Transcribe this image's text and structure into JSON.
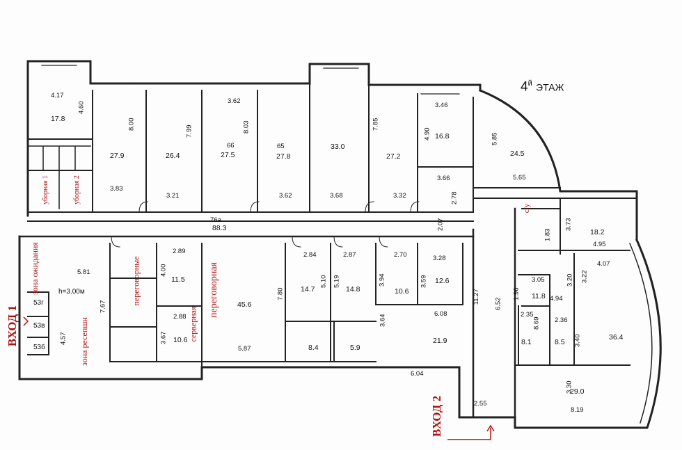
{
  "floor_title": {
    "number": "4",
    "suffix": "й",
    "word": "ЭТАЖ"
  },
  "entries": {
    "entry1": "ВХОД 1",
    "entry2": "ВХОД 2"
  },
  "red_labels": {
    "restrooms_1": "уборная 1",
    "restrooms_2": "уборная 2",
    "waiting_zone": "зона ожидания",
    "reception_zone": "зона ресепшн",
    "meeting_rooms_plural": "переговорные",
    "server_room": "серверная",
    "meeting_room": "переговорная",
    "wc": "с/у"
  },
  "small_labels": {
    "r53g": "53г",
    "r53v": "53в",
    "r53b": "53б"
  },
  "rooms": [
    {
      "id": "a1",
      "area": "17.8"
    },
    {
      "id": "a2",
      "area": "27.9"
    },
    {
      "id": "a3",
      "area": "26.4"
    },
    {
      "id": "a4",
      "area": "27.5"
    },
    {
      "id": "a5",
      "area": "27.8"
    },
    {
      "id": "a6",
      "area": "33.0"
    },
    {
      "id": "a7",
      "area": "27.2"
    },
    {
      "id": "a8",
      "area": "16.8"
    },
    {
      "id": "a9",
      "area": "24.5"
    },
    {
      "id": "a10",
      "area": "88.3"
    },
    {
      "id": "a11",
      "area": "18.2"
    },
    {
      "id": "a12",
      "area": "11.5"
    },
    {
      "id": "a13",
      "area": "10.6"
    },
    {
      "id": "a14",
      "area": "45.6"
    },
    {
      "id": "a15",
      "area": "14.7"
    },
    {
      "id": "a16",
      "area": "14.8"
    },
    {
      "id": "a17",
      "area": "10.6"
    },
    {
      "id": "a18",
      "area": "12.6"
    },
    {
      "id": "a19",
      "area": "8.4"
    },
    {
      "id": "a20",
      "area": "5.9"
    },
    {
      "id": "a21",
      "area": "21.9"
    },
    {
      "id": "a22",
      "area": "11.8"
    },
    {
      "id": "a23",
      "area": "8.1"
    },
    {
      "id": "a24",
      "area": "8.5"
    },
    {
      "id": "a25",
      "area": "36.4"
    },
    {
      "id": "a26",
      "area": "29.0"
    }
  ],
  "room_numbers": {
    "n66": "66",
    "n65": "65",
    "n76": "76a"
  },
  "height_note": "h=3.00м",
  "dims": {
    "d1": "4.17",
    "d2": "4.60",
    "d3": "3.62",
    "d4": "8.00",
    "d5": "7.99",
    "d6": "8.03",
    "d7": "3.46",
    "d8": "4.90",
    "d9": "7.85",
    "d10": "5.85",
    "d11": "3.83",
    "d12": "3.21",
    "d13": "3.62",
    "d14": "3.68",
    "d15": "3.32",
    "d16": "3.66",
    "d17": "5.65",
    "d18": "2.78",
    "d19": "2.07",
    "d20": "3.73",
    "d21": "1.83",
    "d22": "4.95",
    "d23": "4.07",
    "d24": "5.81",
    "d25": "2.89",
    "d26": "4.00",
    "d27": "2.84",
    "d28": "2.87",
    "d29": "2.70",
    "d30": "3.28",
    "d31": "5.10",
    "d32": "5.19",
    "d33": "3.94",
    "d34": "3.59",
    "d35": "7.67",
    "d36": "7.80",
    "d37": "11.27",
    "d38": "6.52",
    "d39": "1.96",
    "d40": "3.05",
    "d41": "3.20",
    "d42": "3.22",
    "d43": "4.94",
    "d44": "2.35",
    "d45": "8.69",
    "d46": "2.36",
    "d47": "3.40",
    "d48": "6.08",
    "d49": "3.64",
    "d50": "2.88",
    "d51": "3.67",
    "d52": "5.87",
    "d53": "4.57",
    "d54": "6.04",
    "d55": "3.30",
    "d56": "8.19",
    "d57": "2.55"
  }
}
